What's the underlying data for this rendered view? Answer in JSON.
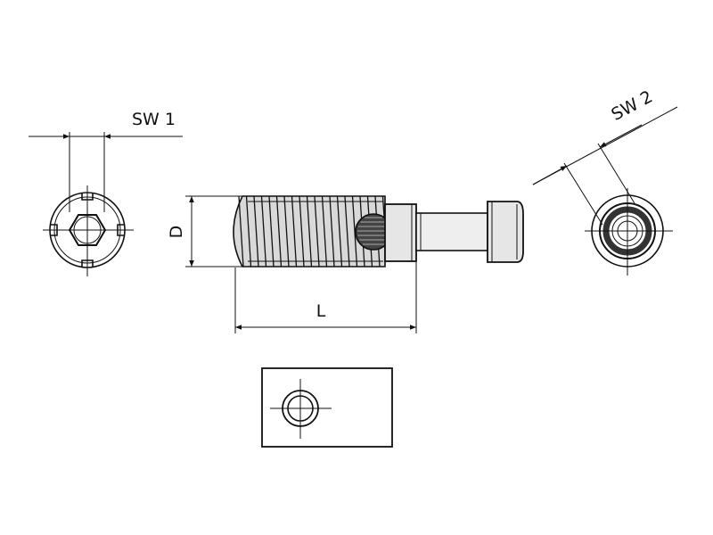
{
  "labels": {
    "sw1": "SW 1",
    "sw2": "SW 2",
    "d": "D",
    "l": "L"
  },
  "colors": {
    "line": "#111111",
    "body_fill": "#d9d9d9",
    "dark_fill": "#333333"
  }
}
